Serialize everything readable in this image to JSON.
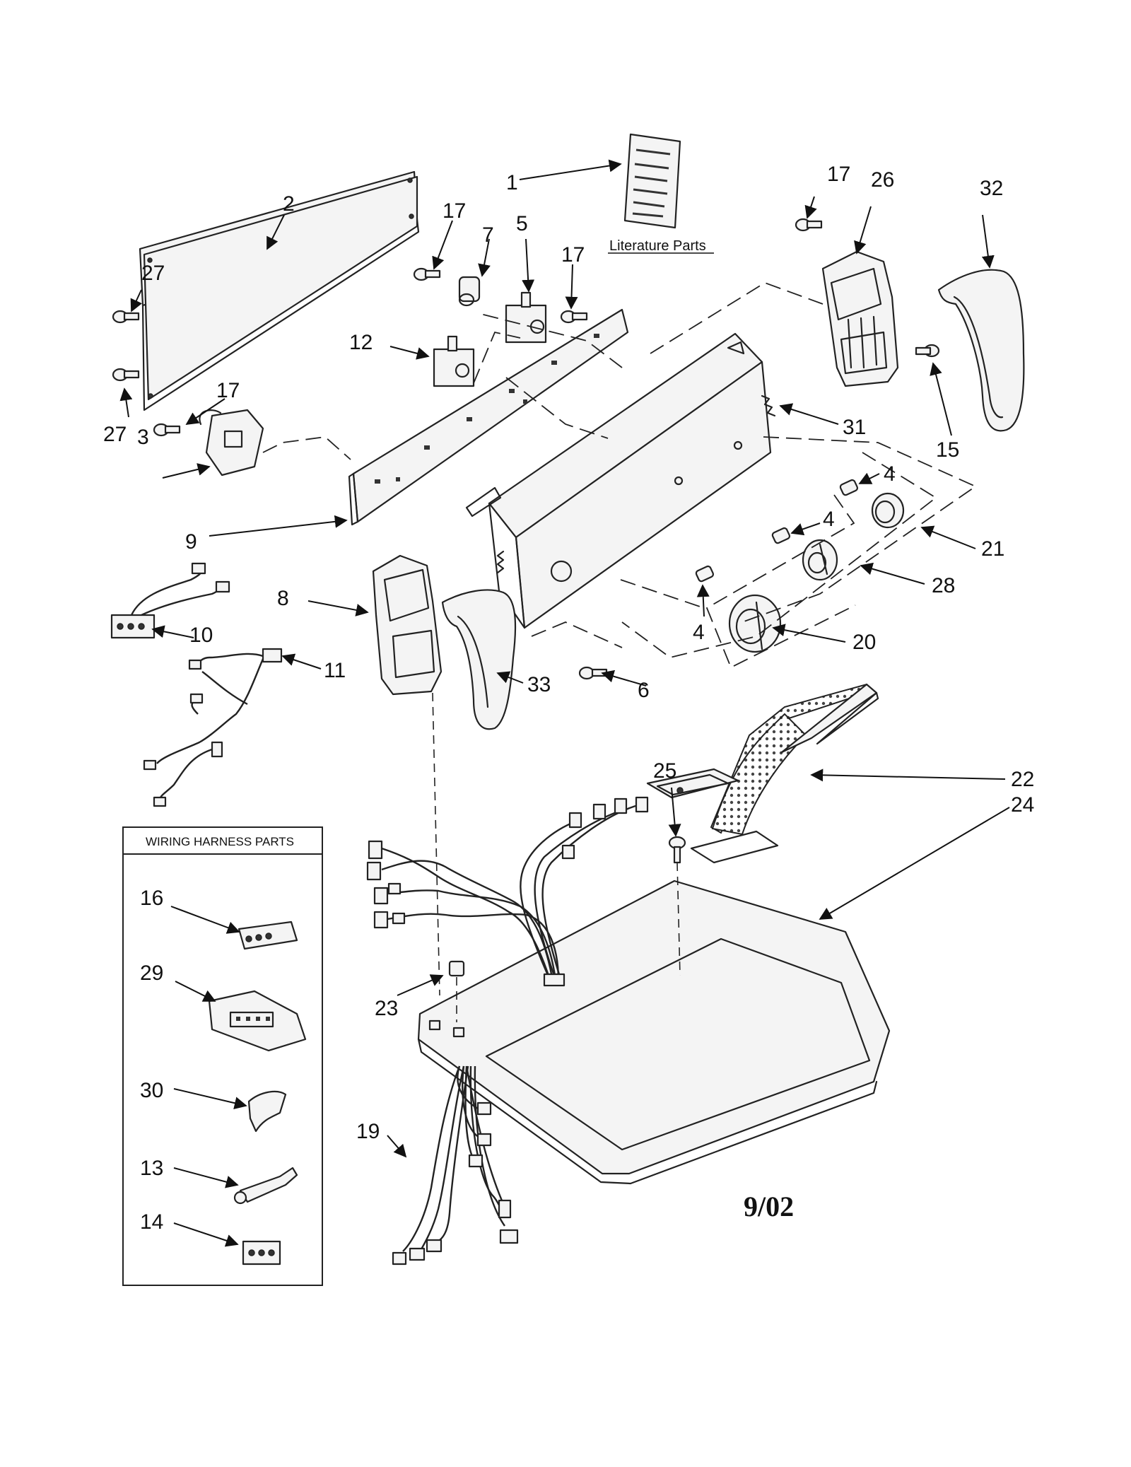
{
  "labels": {
    "literature": "Literature Parts",
    "wiring_box": "WIRING HARNESS PARTS",
    "date": "9/02"
  },
  "callouts": {
    "n1": "1",
    "n2": "2",
    "n3": "3",
    "n4a": "4",
    "n4b": "4",
    "n4c": "4",
    "n5": "5",
    "n6": "6",
    "n7": "7",
    "n8": "8",
    "n9": "9",
    "n10": "10",
    "n11": "11",
    "n12": "12",
    "n13": "13",
    "n14": "14",
    "n15": "15",
    "n16": "16",
    "n17a": "17",
    "n17b": "17",
    "n17c": "17",
    "n17d": "17",
    "n19": "19",
    "n20": "20",
    "n21": "21",
    "n22": "22",
    "n23": "23",
    "n24": "24",
    "n25": "25",
    "n26": "26",
    "n27a": "27",
    "n27b": "27",
    "n28": "28",
    "n29": "29",
    "n30": "30",
    "n31": "31",
    "n32": "32",
    "n33": "33"
  }
}
